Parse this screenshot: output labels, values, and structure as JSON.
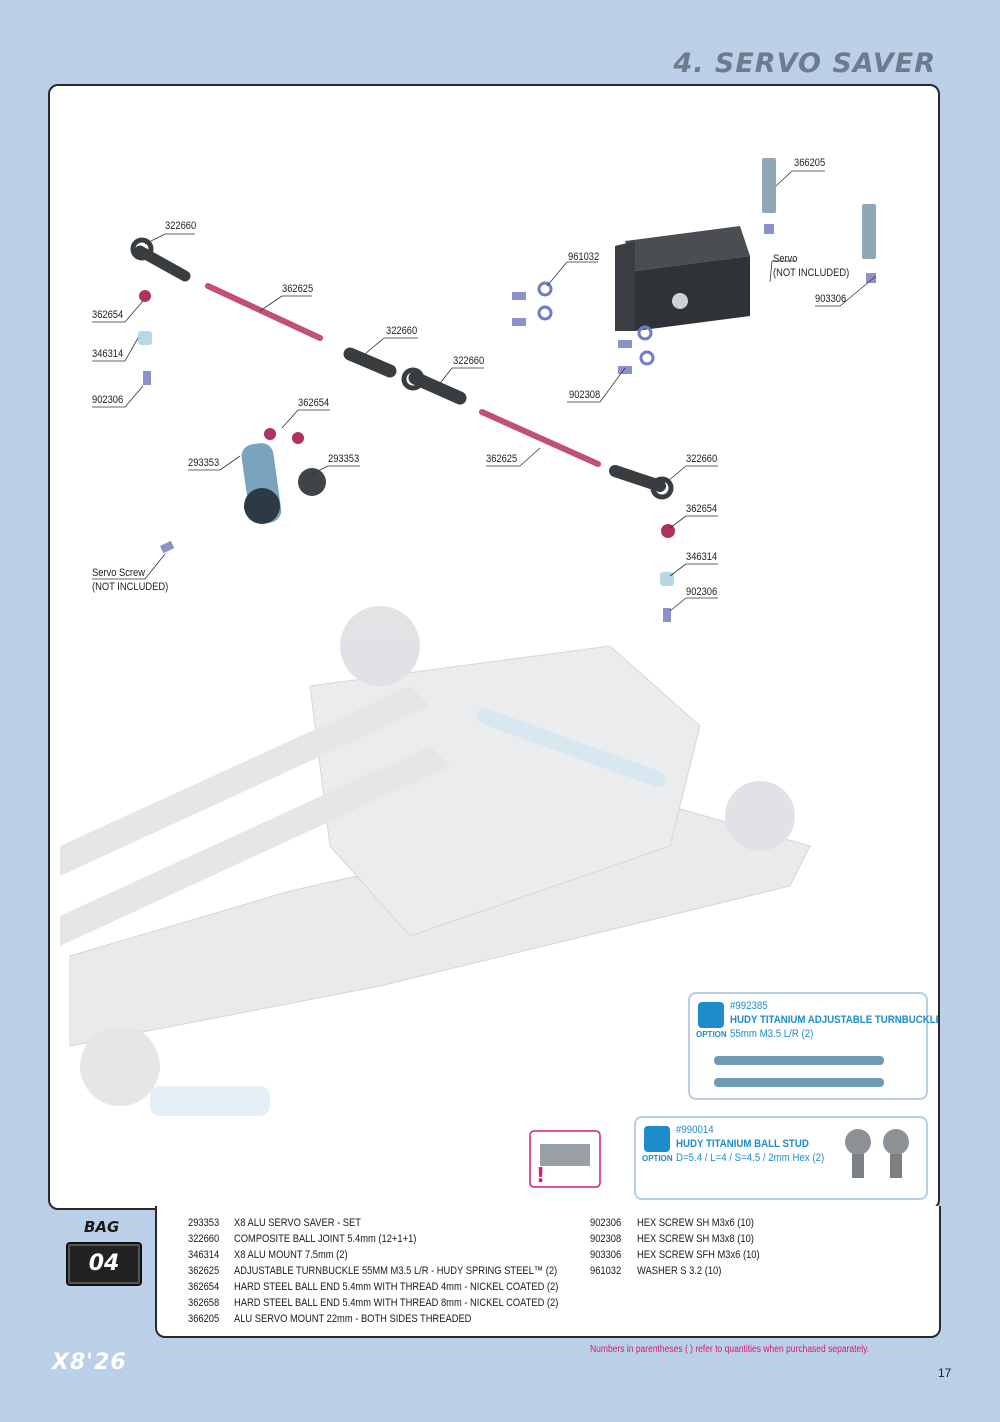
{
  "header": {
    "title": "4. SERVO SAVER"
  },
  "callouts": [
    {
      "id": "c1",
      "text": "366205"
    },
    {
      "id": "c2",
      "text": "322660"
    },
    {
      "id": "c3",
      "text": "961032"
    },
    {
      "id": "c4",
      "text": "Servo"
    },
    {
      "id": "c5",
      "text": "(NOT INCLUDED)"
    },
    {
      "id": "c6",
      "text": "362625"
    },
    {
      "id": "c7",
      "text": "903306"
    },
    {
      "id": "c8",
      "text": "362654"
    },
    {
      "id": "c9",
      "text": "322660"
    },
    {
      "id": "c10",
      "text": "346314"
    },
    {
      "id": "c11",
      "text": "322660"
    },
    {
      "id": "c12",
      "text": "902306"
    },
    {
      "id": "c13",
      "text": "902308"
    },
    {
      "id": "c14",
      "text": "362654"
    },
    {
      "id": "c15",
      "text": "293353"
    },
    {
      "id": "c16",
      "text": "293353"
    },
    {
      "id": "c17",
      "text": "362625"
    },
    {
      "id": "c18",
      "text": "322660"
    },
    {
      "id": "c19",
      "text": "362654"
    },
    {
      "id": "c20",
      "text": "346314"
    },
    {
      "id": "c21",
      "text": "Servo Screw"
    },
    {
      "id": "c22",
      "text": "(NOT INCLUDED)"
    },
    {
      "id": "c23",
      "text": "902306"
    }
  ],
  "options": [
    {
      "code": "#992385",
      "name": "HUDY TITANIUM ADJUSTABLE TURNBUCKLE",
      "detail": "55mm M3.5 L/R (2)",
      "badge": "OPTION"
    },
    {
      "code": "#990014",
      "name": "HUDY TITANIUM BALL STUD",
      "detail": "D=5.4 / L=4 / S=4.5 / 2mm Hex (2)",
      "badge": "OPTION"
    }
  ],
  "bag": {
    "label": "BAG",
    "number": "04"
  },
  "parts_left": [
    {
      "code": "293353",
      "desc": "X8 ALU SERVO SAVER - SET"
    },
    {
      "code": "322660",
      "desc": "COMPOSITE BALL JOINT 5.4mm (12+1+1)"
    },
    {
      "code": "346314",
      "desc": "X8 ALU MOUNT 7.5mm (2)"
    },
    {
      "code": "362625",
      "desc": "ADJUSTABLE TURNBUCKLE 55MM M3.5 L/R - HUDY SPRING STEEL™ (2)"
    },
    {
      "code": "362654",
      "desc": "HARD STEEL BALL END 5.4mm WITH THREAD 4mm - NICKEL COATED (2)"
    },
    {
      "code": "362658",
      "desc": "HARD STEEL BALL END 5.4mm WITH THREAD 8mm - NICKEL COATED (2)"
    },
    {
      "code": "366205",
      "desc": "ALU SERVO MOUNT 22mm - BOTH SIDES THREADED"
    }
  ],
  "parts_right": [
    {
      "code": "902306",
      "desc": "HEX SCREW SH M3x6  (10)"
    },
    {
      "code": "902308",
      "desc": "HEX SCREW SH M3x8  (10)"
    },
    {
      "code": "903306",
      "desc": "HEX SCREW SFH M3x6  (10)"
    },
    {
      "code": "961032",
      "desc": "WASHER S 3.2  (10)"
    }
  ],
  "footer": {
    "note": "Numbers in parentheses ( ) refer to quantities when purchased separately.",
    "page": "17",
    "logo": "X8'26"
  },
  "colors": {
    "background": "#bccfe9",
    "accent": "#1d8ccc",
    "note": "#d6197a",
    "turnbuckle": "#c0507a"
  }
}
